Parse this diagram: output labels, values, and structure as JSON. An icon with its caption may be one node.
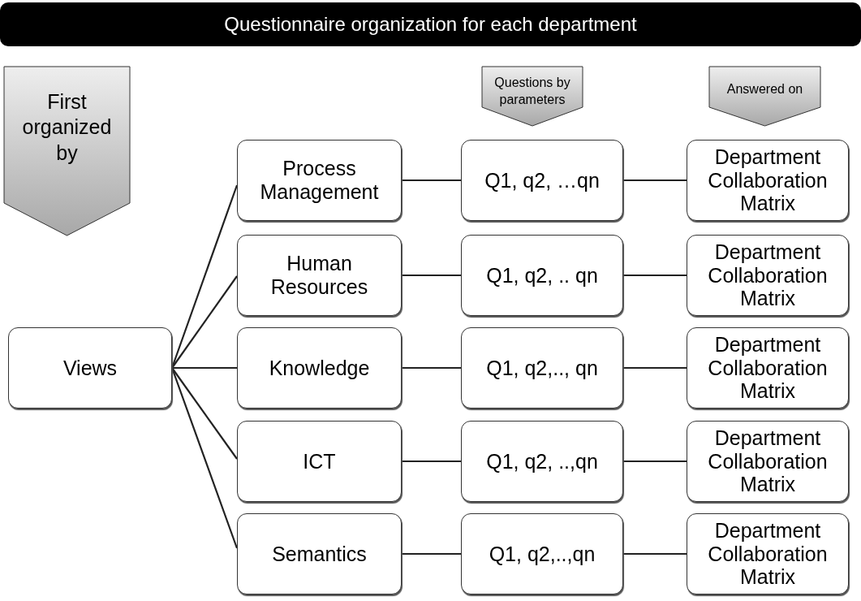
{
  "diagram": {
    "title": "Questionnaire organization for each department",
    "nodes": [
      {
        "text": [
          "First organized by"
        ]
      },
      {
        "text": [
          "Questions by parameters"
        ]
      },
      {
        "text": [
          "Answered on"
        ]
      },
      {
        "text": [
          "Process Management"
        ]
      },
      {
        "text": [
          "Q1, q2, …qn"
        ]
      },
      {
        "text": [
          "Department Collaboration Matrix"
        ]
      },
      {
        "text": [
          "Human Resources"
        ]
      },
      {
        "text": [
          "Q1, q2, .. qn"
        ]
      },
      {
        "text": [
          "Department Collaboration Matrix"
        ]
      },
      {
        "text": [
          "Views"
        ]
      },
      {
        "text": [
          "Knowledge"
        ]
      },
      {
        "text": [
          "Q1, q2,.., qn"
        ]
      },
      {
        "text": [
          "Department Collaboration Matrix"
        ]
      },
      {
        "text": [
          "ICT"
        ]
      },
      {
        "text": [
          "Q1, q2, ..,qn"
        ]
      },
      {
        "text": [
          "Department Collaboration Matrix"
        ]
      },
      {
        "text": [
          "Semantics"
        ]
      },
      {
        "text": [
          "Q1, q2,..,qn"
        ]
      },
      {
        "text": [
          "Department Collaboration Matrix"
        ]
      }
    ],
    "edges": [
      {
        "from": 9,
        "to": 3,
        "arrow": "none"
      },
      {
        "from": 9,
        "to": 6,
        "arrow": "none"
      },
      {
        "from": 9,
        "to": 10,
        "arrow": "none"
      },
      {
        "from": 9,
        "to": 13,
        "arrow": "none"
      },
      {
        "from": 9,
        "to": 16,
        "arrow": "none"
      },
      {
        "from": 3,
        "to": 4,
        "arrow": "none"
      },
      {
        "from": 4,
        "to": 5,
        "arrow": "none"
      },
      {
        "from": 6,
        "to": 7,
        "arrow": "none"
      },
      {
        "from": 7,
        "to": 8,
        "arrow": "none"
      },
      {
        "from": 10,
        "to": 11,
        "arrow": "none"
      },
      {
        "from": 11,
        "to": 12,
        "arrow": "none"
      },
      {
        "from": 13,
        "to": 14,
        "arrow": "none"
      },
      {
        "from": 14,
        "to": 15,
        "arrow": "none"
      },
      {
        "from": 16,
        "to": 17,
        "arrow": "none"
      },
      {
        "from": 17,
        "to": 18,
        "arrow": "none"
      }
    ]
  }
}
